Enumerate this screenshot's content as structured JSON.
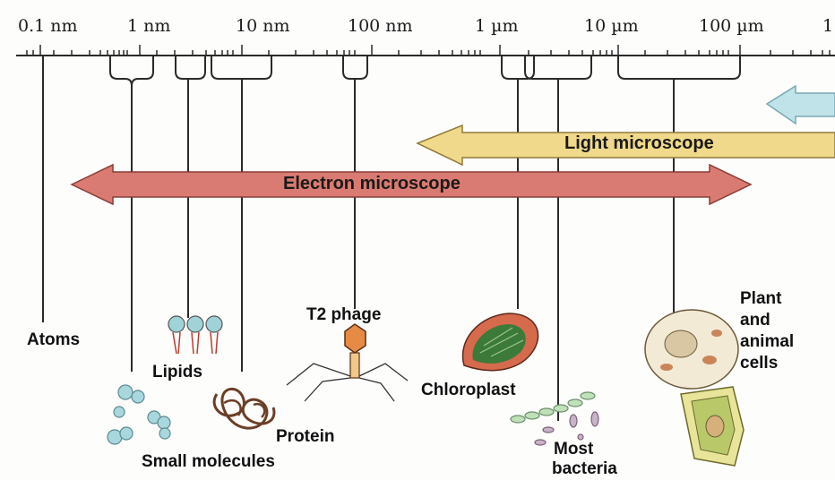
{
  "scale": {
    "labels": [
      "0.1 nm",
      "1 nm",
      "10 nm",
      "100 nm",
      "1 µm",
      "10 µm",
      "100 µm",
      "1"
    ]
  },
  "microscopes": {
    "light": "Light microscope",
    "electron": "Electron microscope"
  },
  "objects": {
    "atoms": "Atoms",
    "lipids": "Lipids",
    "small_molecules": "Small molecules",
    "protein": "Protein",
    "t2_phage": "T2 phage",
    "chloroplast": "Chloroplast",
    "most_bacteria_1": "Most",
    "most_bacteria_2": "bacteria",
    "plant_animal_1": "Plant",
    "plant_animal_2": "and",
    "plant_animal_3": "animal",
    "plant_animal_4": "cells"
  },
  "colors": {
    "electron_arrow": "#d97b72",
    "light_arrow": "#f0d98a",
    "blue_arrow": "#bfe3e8",
    "lines": "#2a2a2a"
  }
}
